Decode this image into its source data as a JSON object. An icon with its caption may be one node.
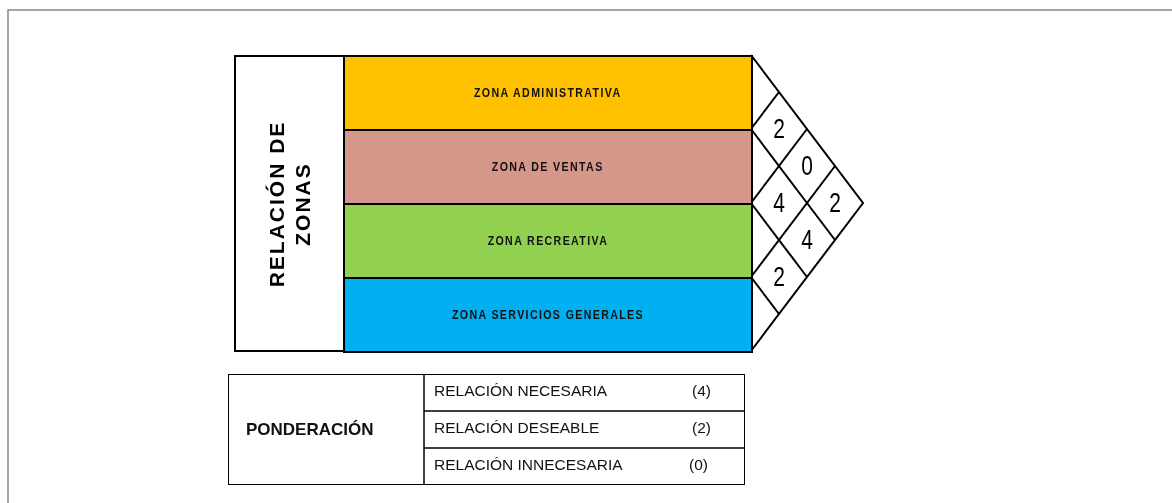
{
  "diagram": {
    "nodes": [
      {
        "text": [
          "RELACIÓN DE ZONAS"
        ]
      },
      {
        "text": [
          "ZONA ADMINISTRATIVA"
        ]
      },
      {
        "text": [
          "ZONA DE VENTAS"
        ]
      },
      {
        "text": [
          "ZONA RECREATIVA"
        ]
      },
      {
        "text": [
          "ZONA SERVICIOS GENERALES"
        ]
      }
    ],
    "labels": [
      "2",
      "0",
      "4",
      "2",
      "4",
      "2",
      "PONDERACIÓN",
      "RELACIÓN NECESARIA",
      "(4)",
      "RELACIÓN DESEABLE",
      "(2)",
      "RELACIÓN INNECESARIA",
      "(0)"
    ]
  }
}
